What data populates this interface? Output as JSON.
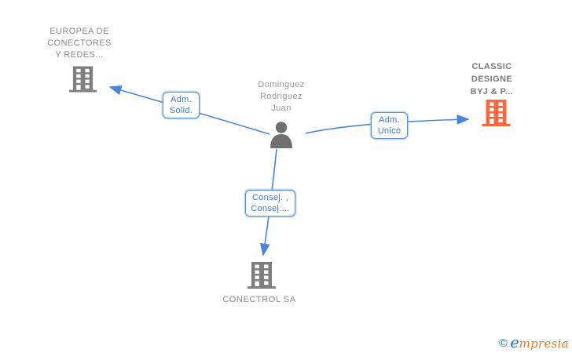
{
  "person": {
    "line1": "Dominguez",
    "line2": "Rodriguez",
    "line3": "Juan"
  },
  "companies": {
    "europea": {
      "line1": "EUROPEA DE",
      "line2": "CONECTORES",
      "line3": "Y REDES..."
    },
    "classic": {
      "line1": "CLASSIC",
      "line2": "DESIGNE",
      "line3": "BYJ & P..."
    },
    "conectrol": {
      "line1": "CONECTROL SA"
    }
  },
  "edge_labels": {
    "adm_solid": {
      "line1": "Adm.",
      "line2": "Solid."
    },
    "adm_unico": {
      "line1": "Adm.",
      "line2": "Unico"
    },
    "consej": {
      "line1": "Consej. ,",
      "line2": "Consej...."
    }
  },
  "logo": {
    "copyright": "©",
    "brand_initial": "e",
    "brand_rest": "mpresia"
  },
  "colors": {
    "edge_blue": "#4a86d8",
    "edge_label_text": "#3e7ad0",
    "company_icon_gray": "#7f7f7f",
    "company_icon_orange": "#f9683f",
    "person_icon_gray": "#6f6f6f",
    "label_gray": "#8b8b8b",
    "logo_teal": "#2e7d92",
    "logo_blue": "#1a66b8",
    "logo_orange": "#e87a25"
  }
}
